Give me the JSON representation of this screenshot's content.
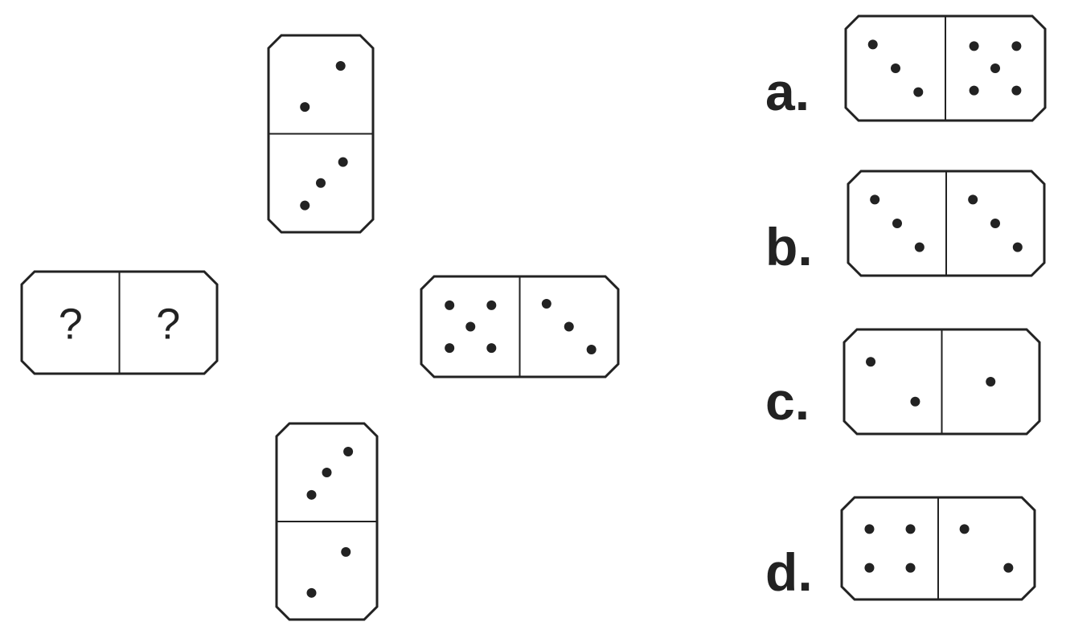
{
  "puzzle": {
    "dominoes": [
      {
        "id": "top",
        "halves": [
          2,
          3
        ]
      },
      {
        "id": "right",
        "halves": [
          5,
          3
        ]
      },
      {
        "id": "bottom",
        "halves": [
          3,
          2
        ]
      },
      {
        "id": "left",
        "halves": [
          "?",
          "?"
        ]
      }
    ]
  },
  "options": [
    {
      "label": "a.",
      "halves": [
        3,
        5
      ]
    },
    {
      "label": "b.",
      "halves": [
        3,
        3
      ]
    },
    {
      "label": "c.",
      "halves": [
        2,
        1
      ]
    },
    {
      "label": "d.",
      "halves": [
        4,
        2
      ]
    }
  ],
  "colors": {
    "stroke": "#222222",
    "background": "#ffffff"
  }
}
